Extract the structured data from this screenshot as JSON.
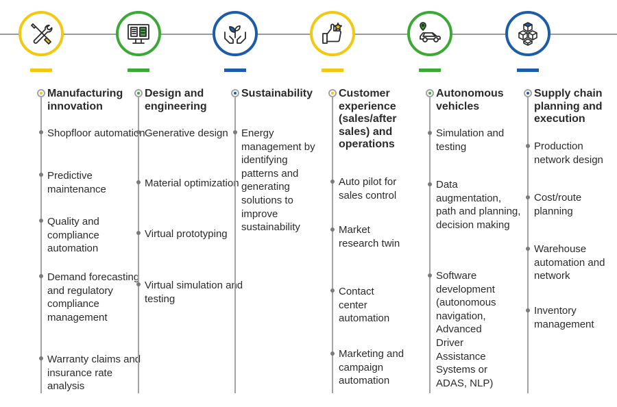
{
  "colors": {
    "yellow": "#f2c811",
    "green": "#3aa935",
    "blue": "#1c5ca8",
    "line": "#a3a3a3",
    "text": "#2b2b2b"
  },
  "columns": [
    {
      "id": "manufacturing",
      "icon": "tools-icon",
      "accent": "yellow",
      "title": "Manufacturing innovation",
      "items": [
        "Shopfloor automation",
        "Predictive maintenance",
        "Quality and compliance automation",
        "Demand forecasting and regulatory compliance management",
        "Warranty claims and insurance rate analysis"
      ]
    },
    {
      "id": "design",
      "icon": "monitor-blueprint-icon",
      "accent": "green",
      "title": "Design and engineering",
      "items": [
        "Generative design",
        "Material optimization",
        "Virtual prototyping",
        "Virtual simulation and testing"
      ]
    },
    {
      "id": "sustainability",
      "icon": "hands-plant-icon",
      "accent": "blue",
      "title": "Sustainability",
      "items": [
        "Energy management by identifying patterns and generating solutions to improve sustainability"
      ]
    },
    {
      "id": "customer",
      "icon": "thumbs-up-icon",
      "accent": "yellow",
      "title": "Customer experience (sales/after sales) and operations",
      "items": [
        "Auto pilot for sales control",
        "Market research twin",
        "Contact center automation",
        "Marketing and campaign automation"
      ]
    },
    {
      "id": "autonomous",
      "icon": "car-location-icon",
      "accent": "green",
      "title": "Autonomous vehicles",
      "items": [
        "Simulation and testing",
        "Data augmentation, path and planning, decision making",
        "Software development (autonomous navigation, Advanced Driver Assistance Systems or ADAS, NLP)"
      ]
    },
    {
      "id": "supply",
      "icon": "boxes-stack-icon",
      "accent": "blue",
      "title": "Supply chain planning and execution",
      "items": [
        "Production network design",
        "Cost/route planning",
        "Warehouse automation and network",
        "Inventory management"
      ]
    }
  ]
}
